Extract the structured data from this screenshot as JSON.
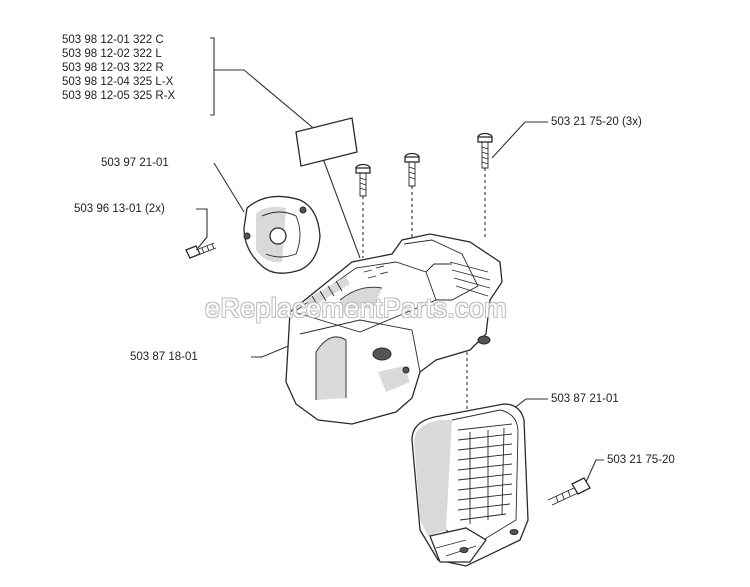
{
  "diagram": {
    "watermark": "eReplacementParts.com",
    "kit_labels": [
      "503 98 12-01 322 C",
      "503 98 12-02 322 L",
      "503 98 12-03 322 R",
      "503 98 12-04 325 L-X",
      "503 98 12-05 325 R-X"
    ],
    "parts": {
      "screw_top_right": "503 21 75-20 (3x)",
      "intake_cover": "503 97 21-01",
      "intake_screw": "503 96 13-01 (2x)",
      "cylinder_cover": "503 87 18-01",
      "rear_cover": "503 87 21-01",
      "rear_screw": "503 21 75-20"
    }
  }
}
